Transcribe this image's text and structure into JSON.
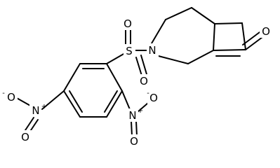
{
  "molecule": {
    "atoms": {
      "sulfur": "S",
      "sulfonyl_oxygen_top": "O",
      "sulfonyl_oxygen_bottom": "O",
      "ring_nitrogen": "N",
      "ketone_oxygen": "O",
      "nitro_left_oxygen_minus": "O",
      "nitro_left_nitrogen_plus": "N",
      "nitro_left_oxygen": "O",
      "nitro_right_oxygen_minus": "O",
      "nitro_right_nitrogen_plus": "N",
      "nitro_right_oxygen": "O"
    },
    "charges": {
      "plus": "+",
      "minus": "-"
    }
  }
}
